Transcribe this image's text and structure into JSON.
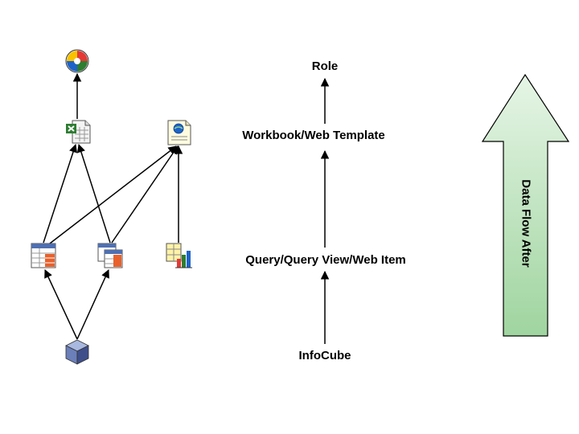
{
  "labels": {
    "role": "Role",
    "workbook": "Workbook/Web Template",
    "query": "Query/Query View/Web Item",
    "infocube": "InfoCube"
  },
  "flow_arrow": {
    "text": "Data Flow After",
    "fill_color": "#c8e8c8",
    "stroke_color": "#000000"
  },
  "icons": {
    "role": "role-globe-icon",
    "workbook": "excel-workbook-icon",
    "web_template": "web-template-icon",
    "query_1": "query-table-icon",
    "query_view": "query-view-icon",
    "web_item": "web-item-chart-icon",
    "infocube": "infocube-icon"
  },
  "colors": {
    "line": "#000000",
    "cube": "#6b7fb8"
  }
}
